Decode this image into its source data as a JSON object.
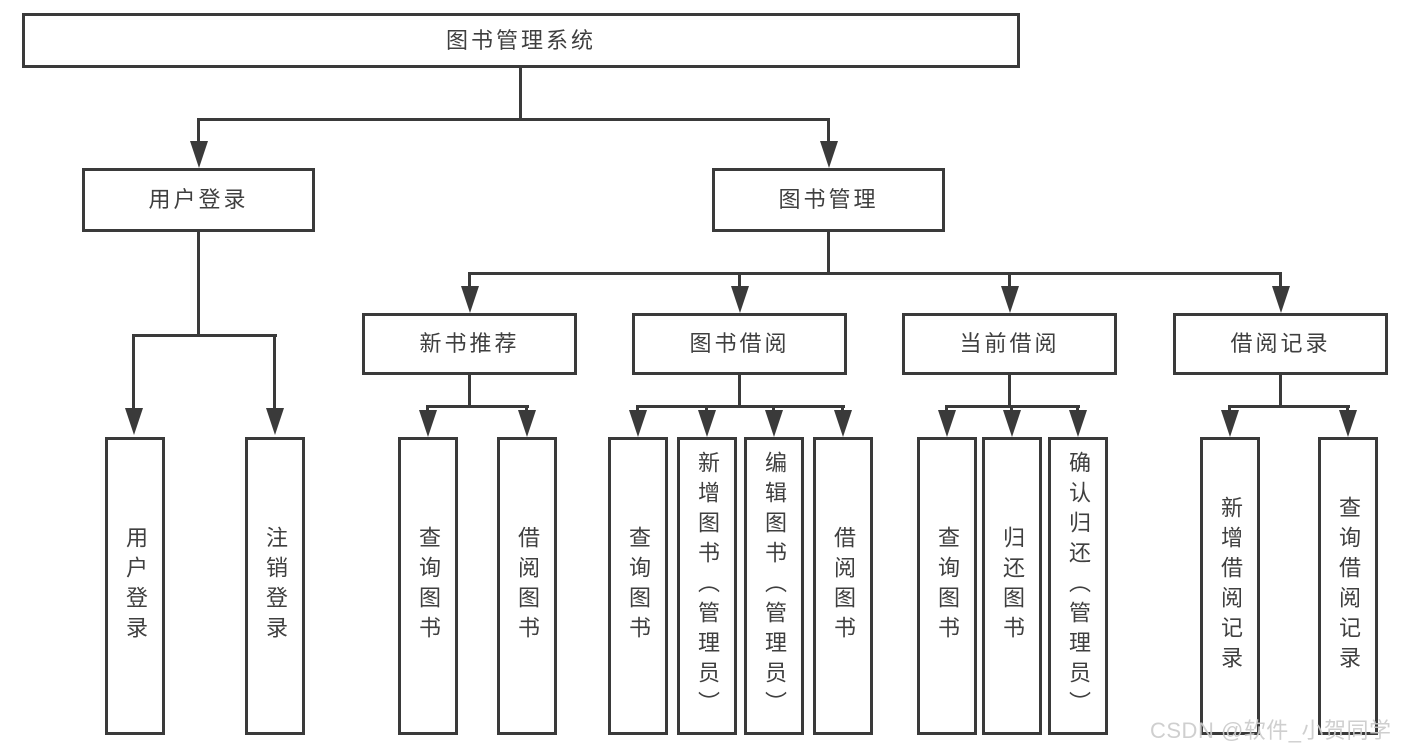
{
  "title": "图书管理系统",
  "colors": {
    "line": "#3a3a3a",
    "text": "#3f3f3f",
    "background": "#ffffff",
    "watermark": "#cbcbcb"
  },
  "watermark": {
    "text": "CSDN @软件_小贺同学"
  },
  "tree": {
    "label": "图书管理系统",
    "children": [
      {
        "label": "用户登录",
        "children": [
          {
            "label": "用户登录"
          },
          {
            "label": "注销登录"
          }
        ]
      },
      {
        "label": "图书管理",
        "children": [
          {
            "label": "新书推荐",
            "children": [
              {
                "label": "查询图书"
              },
              {
                "label": "借阅图书"
              }
            ]
          },
          {
            "label": "图书借阅",
            "children": [
              {
                "label": "查询图书"
              },
              {
                "label": "新增图书（管理员）"
              },
              {
                "label": "编辑图书（管理员）"
              },
              {
                "label": "借阅图书"
              }
            ]
          },
          {
            "label": "当前借阅",
            "children": [
              {
                "label": "查询图书"
              },
              {
                "label": "归还图书"
              },
              {
                "label": "确认归还（管理员）"
              }
            ]
          },
          {
            "label": "借阅记录",
            "children": [
              {
                "label": "新增借阅记录"
              },
              {
                "label": "查询借阅记录"
              }
            ]
          }
        ]
      }
    ]
  }
}
